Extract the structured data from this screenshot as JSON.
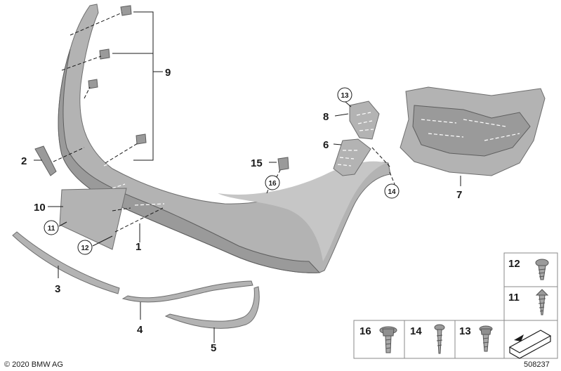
{
  "callouts": {
    "c1": "1",
    "c2": "2",
    "c3": "3",
    "c4": "4",
    "c5": "5",
    "c6": "6",
    "c7": "7",
    "c8": "8",
    "c9": "9",
    "c10": "10",
    "c11": "11",
    "c12": "12",
    "c13": "13",
    "c14": "14",
    "c15": "15",
    "c16": "16"
  },
  "fastener_table": {
    "r1": "12",
    "r2": "11",
    "b1": "16",
    "b2": "14",
    "b3": "13"
  },
  "footer": {
    "copyright": "© 2020 BMW AG",
    "diagram_id": "508237"
  }
}
